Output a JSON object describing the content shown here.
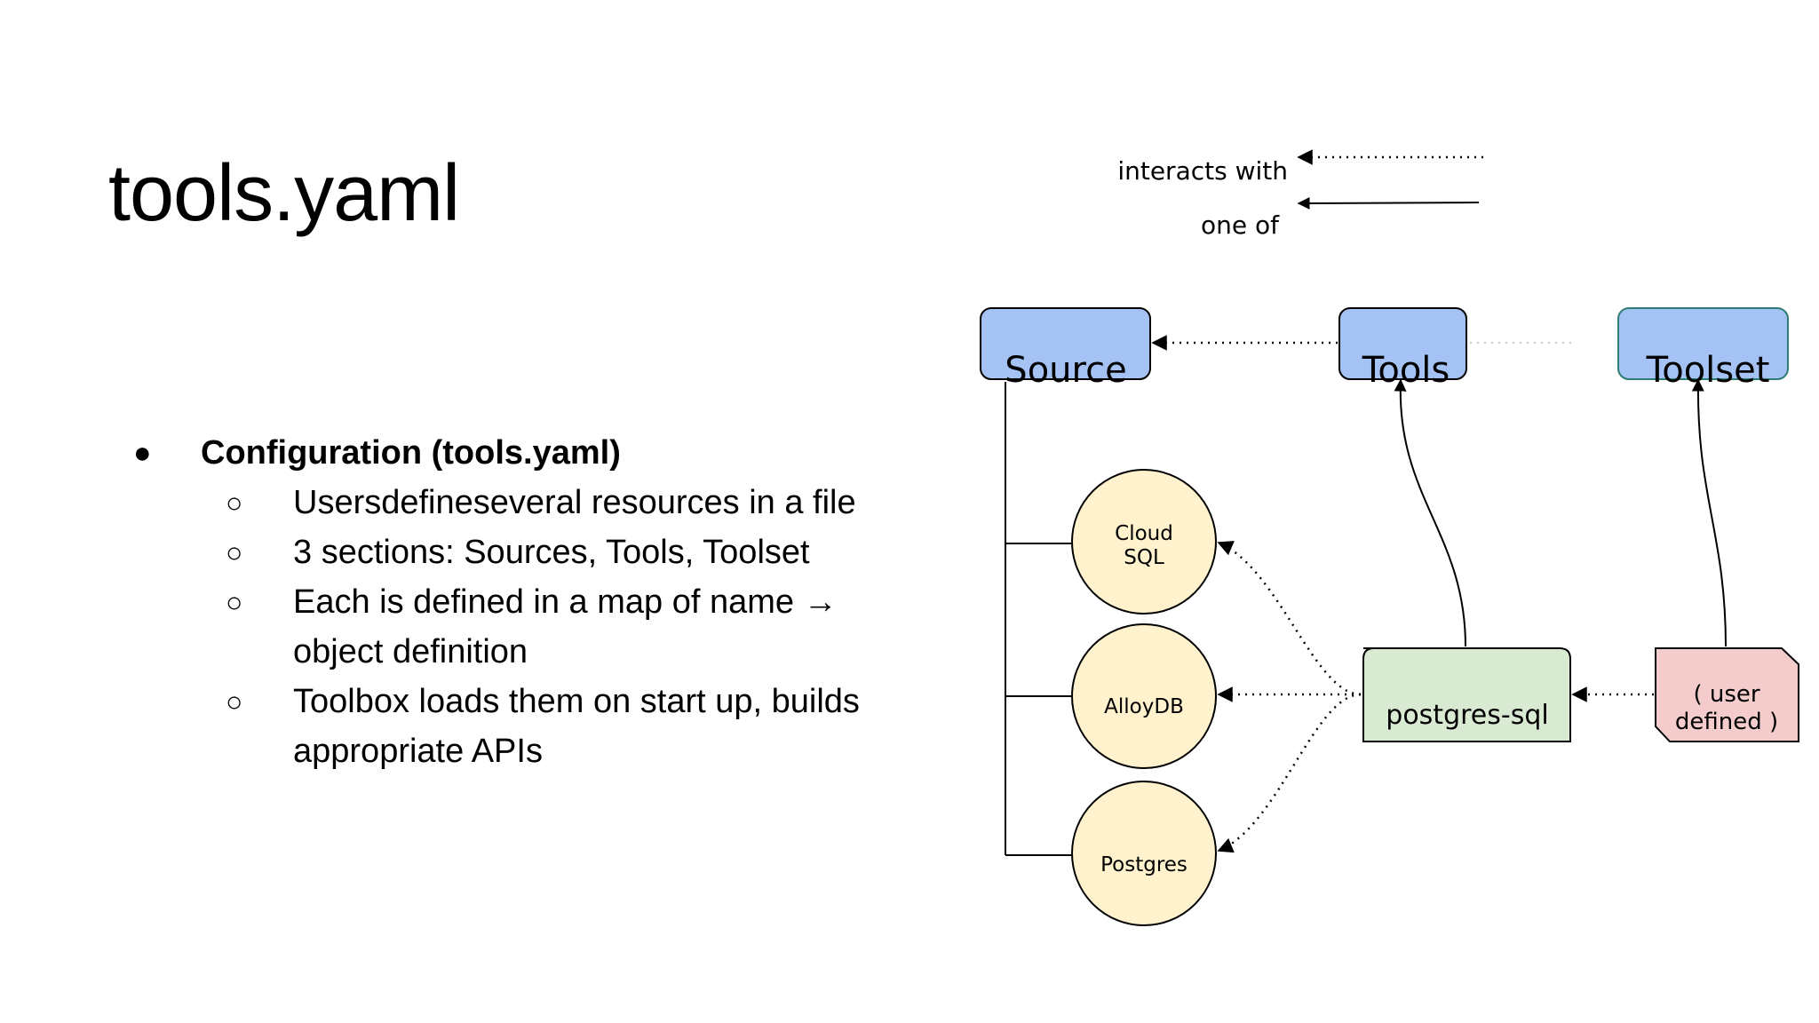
{
  "slide": {
    "title": "tools.yaml"
  },
  "bullets": {
    "main": "Configuration (tools.yaml)",
    "bullet_glyph": "●",
    "sub_glyph": "○",
    "sub": [
      "Usersdefineseveral resources in a file",
      "3 sections: Sources, Tools, Toolset",
      "Each is defined in a map of name → object definition",
      "Toolbox loads them on start up, builds appropriate APIs"
    ]
  },
  "legend": {
    "interacts_with": "interacts with",
    "one_of": "one of"
  },
  "diagram": {
    "source": "Source",
    "tools": "Tools",
    "toolset": "Toolset",
    "cloud_sql_line1": "Cloud",
    "cloud_sql_line2": "SQL",
    "alloydb": "AlloyDB",
    "postgres": "Postgres",
    "postgres_sql": "postgres-sql",
    "user_defined_line1": "( user",
    "user_defined_line2": "defined )"
  },
  "colors": {
    "blue_box": "#a4c2f4",
    "yellow_circle": "#fff2cc",
    "green_box": "#d9ead3",
    "pink_box": "#f4cccc",
    "toolset_border": "#2e7d73"
  }
}
